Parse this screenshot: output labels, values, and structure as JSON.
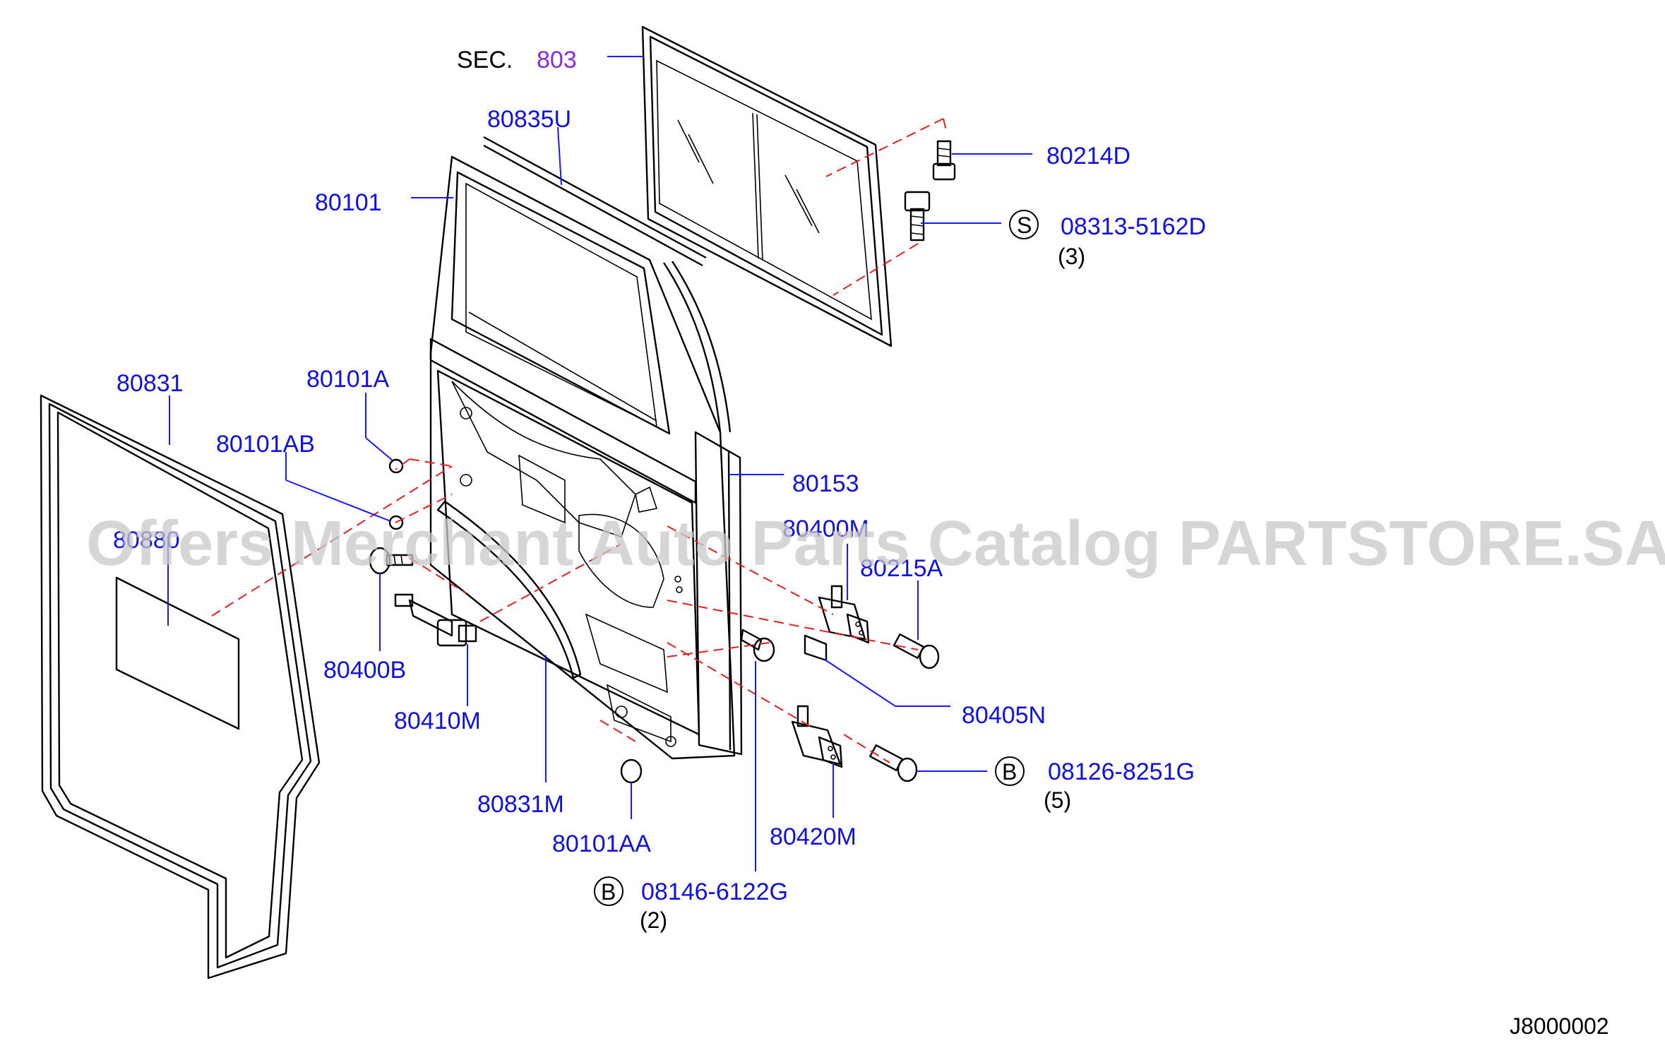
{
  "diagram": {
    "section_ref": {
      "prefix": "SEC.",
      "number": "803"
    },
    "drawing_id": "J8000002",
    "watermark": "Offers Merchant Auto Parts Catalog PARTSTORE.SA",
    "parts": {
      "p80835U": "80835U",
      "p80101": "80101",
      "p80214D": "80214D",
      "p08313": "08313-5162D",
      "p08313_qty": "(3)",
      "p08313_badge": "S",
      "p80831": "80831",
      "p80101A": "80101A",
      "p80101AB": "80101AB",
      "p80153": "80153",
      "p80880": "80880",
      "p80400M": "80400M",
      "p80215A": "80215A",
      "p80400B": "80400B",
      "p80410M": "80410M",
      "p80405N": "80405N",
      "p08126": "08126-8251G",
      "p08126_qty": "(5)",
      "p08126_badge": "B",
      "p80831M": "80831M",
      "p80101AA": "80101AA",
      "p80420M": "80420M",
      "p08146": "08146-6122G",
      "p08146_qty": "(2)",
      "p08146_badge": "B"
    }
  }
}
